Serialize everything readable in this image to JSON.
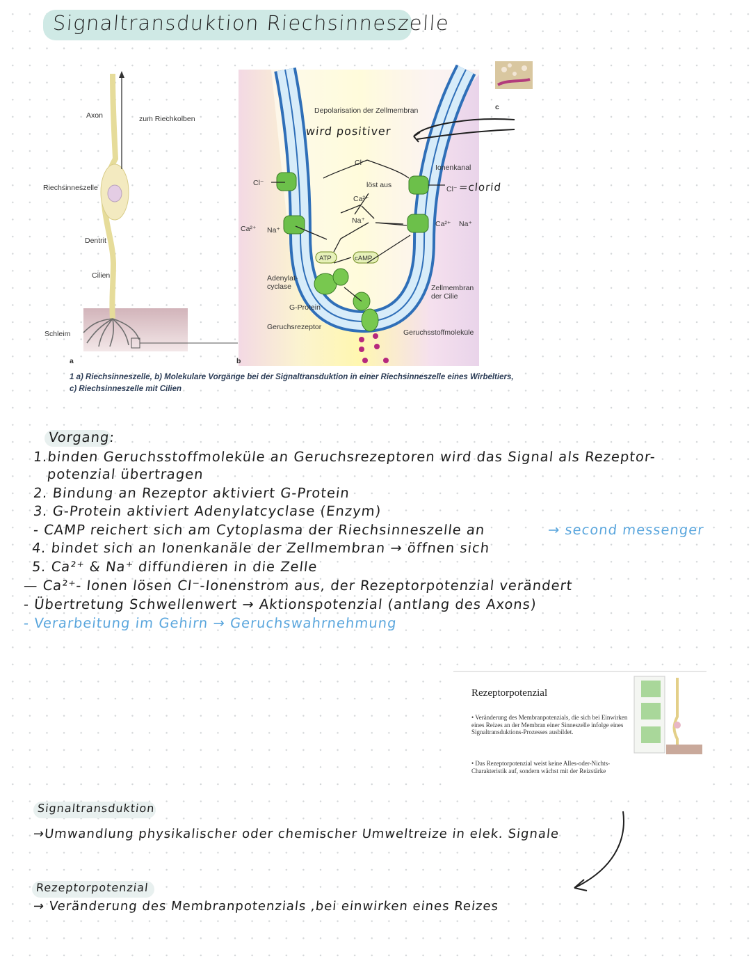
{
  "title": "Signaltransduktion Riechsinneszelle",
  "figure": {
    "labels": {
      "axon": "Axon",
      "zum_riechkolben": "zum Riechkolben",
      "riechsinneszelle": "Riechsinneszelle",
      "dentrit": "Dentrit",
      "cilien": "Cilien",
      "schleim": "Schleim",
      "letter_a": "a",
      "letter_b": "b",
      "letter_c": "c",
      "depolarisation": "Depolarisation der Zellmembran",
      "wird_positiver": "wird positiver",
      "cl_top": "Cl⁻",
      "cl_left": "Cl⁻",
      "loest_aus": "löst aus",
      "ca_center": "Ca²⁺",
      "ionenkanal": "Ionenkanal",
      "cl_right": "Cl⁻",
      "clorid": "=clorid",
      "ca_left": "Ca²⁺",
      "na_left": "Na⁺",
      "na_center": "Na⁺",
      "ca_right": "Ca²⁺",
      "na_right": "Na⁺",
      "atp": "ATP",
      "camp": "cAMP",
      "adenylatcyclase": "Adenylat-\ncyclase",
      "zellmembran_cilie": "Zellmembran\nder Cilie",
      "g_protein": "G-Protein",
      "geruchsrezeptor": "Geruchsrezeptor",
      "geruchsstoffmolekuele": "Geruchsstoffmoleküle"
    },
    "caption_line1": "1 a) Riechsinneszelle, b) Molekulare Vorgänge bei der Signaltransduktion in einer Riechsinneszelle eines Wirbeltiers,",
    "caption_line2": "c) Riechsinneszelle mit Cilien"
  },
  "notes": {
    "heading": "Vorgang:",
    "lines": [
      "1.binden Geruchsstoffmoleküle an Geruchsrezeptoren wird das Signal als Rezeptor-",
      "potenzial übertragen",
      "2. Bindung an Rezeptor aktiviert G-Protein",
      "3. G-Protein aktiviert  Adenylatcyclase (Enzym)",
      "- CAMP reichert sich am Cytoplasma der Riechsinneszelle an",
      "4. bindet sich an Ionenkanäle der Zellmembran → öffnen sich",
      "5. Ca²⁺ & Na⁺ diffundieren  in die Zelle",
      "— Ca²⁺- Ionen lösen Cl⁻-Ionenstrom aus, der Rezeptorpotenzial verändert",
      "- Übertretung Schwellenwert → Aktionspotenzial (antlang des Axons)"
    ],
    "second_messenger": "→ second messenger",
    "last_line": "- Verarbeitung im Gehirn → Geruchswahrnehmung"
  },
  "slide": {
    "title": "Rezeptorpotenzial",
    "bullet1": "• Veränderung des Membranpotenzials, die sich bei Einwirken eines Reizes an der Membran einer Sinneszelle infolge eines Signaltransduktions-Prozesses ausbildet.",
    "bullet2": "• Das Rezeptorpotenzial weist keine Alles-oder-Nichts-Charakteristik auf, sondern wächst mit der Reizstärke"
  },
  "definitions": {
    "signal_title": "Signaltransduktion",
    "signal_text": "→Umwandlung physikalischer oder chemischer Umweltreize in elek. Signale",
    "rezeptor_title": "Rezeptorpotenzial",
    "rezeptor_text": "→ Veränderung des Membranpotenzials ,bei einwirken eines Reizes"
  },
  "colors": {
    "title_highlight": "#cfe9e5",
    "blue_ink": "#5aa6dd",
    "membrane_blue": "#2f6fb8",
    "channel_green": "#6cc04a"
  }
}
